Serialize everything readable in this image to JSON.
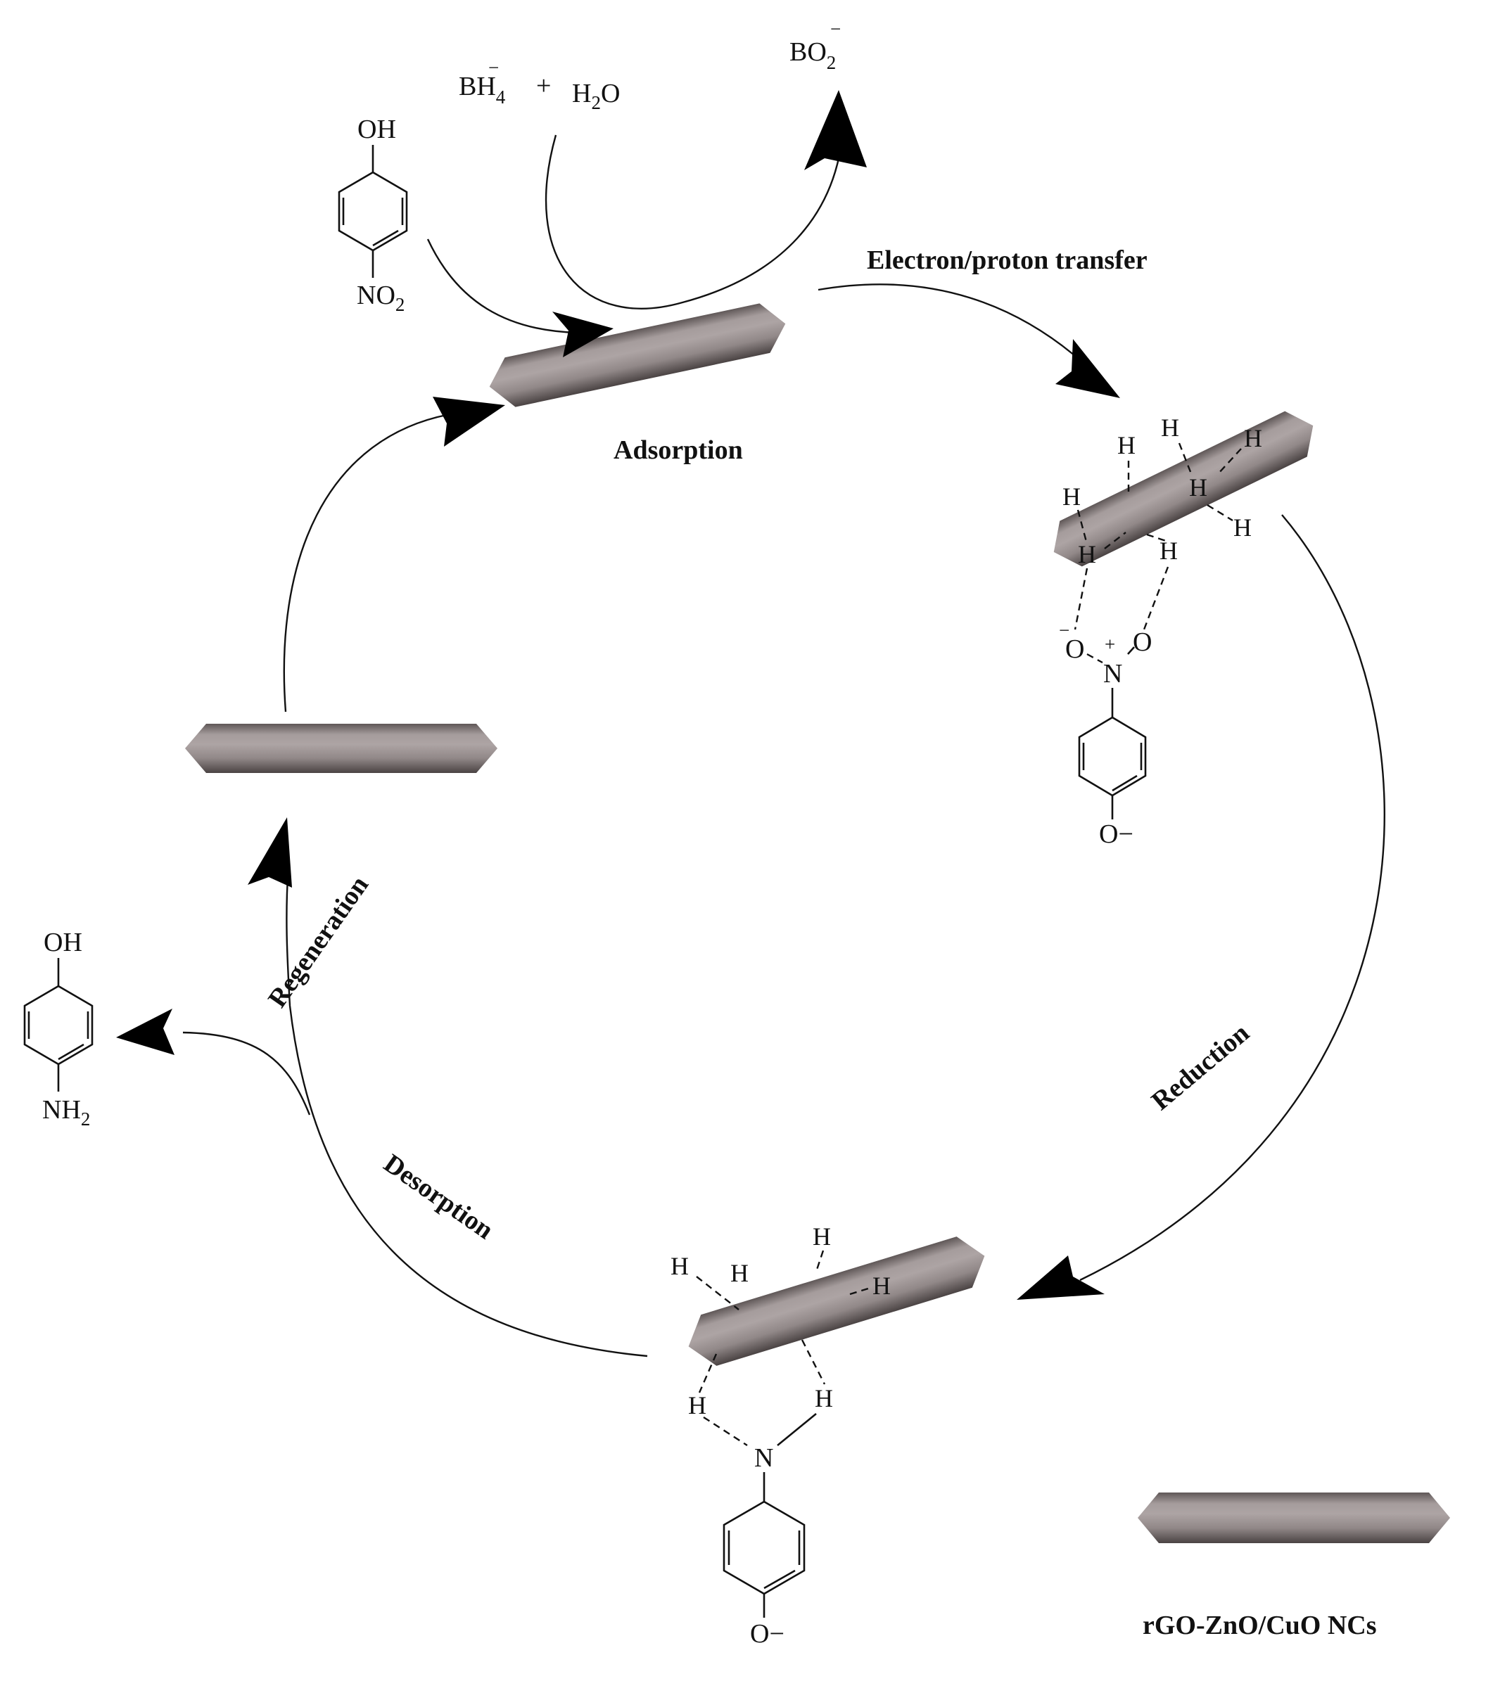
{
  "labels": {
    "electron_transfer": "Electron/proton transfer",
    "adsorption": "Adsorption",
    "reduction": "Reduction",
    "desorption": "Desorption",
    "regeneration": "Regeneration",
    "legend": "rGO-ZnO/CuO NCs"
  },
  "chem": {
    "reactant_top": "OH",
    "reactant_bottom_main": "NO",
    "reactant_bottom_sub": "2",
    "bh4_main": "BH",
    "bh4_sub": "4",
    "bh4_charge": "−",
    "plus": "+",
    "h2o_h": "H",
    "h2o_sub": "2",
    "h2o_o": "O",
    "bo2_main": "BO",
    "bo2_sub": "2",
    "bo2_charge": "−",
    "product_top": "OH",
    "product_bottom_main": "NH",
    "product_bottom_sub": "2",
    "nitro_o_left": "O",
    "nitro_o_left_charge": "−",
    "nitro_n": "N",
    "nitro_n_charge": "+",
    "nitro_o_right": "O",
    "phenoxide_o": "O−",
    "amine_n": "N",
    "amine_phenoxide_o": "O−",
    "hydrogen": "H"
  },
  "icons": {
    "nanorod": "grey-hexagonal-nanorod",
    "arrowhead": "filled-black-arrowhead"
  }
}
